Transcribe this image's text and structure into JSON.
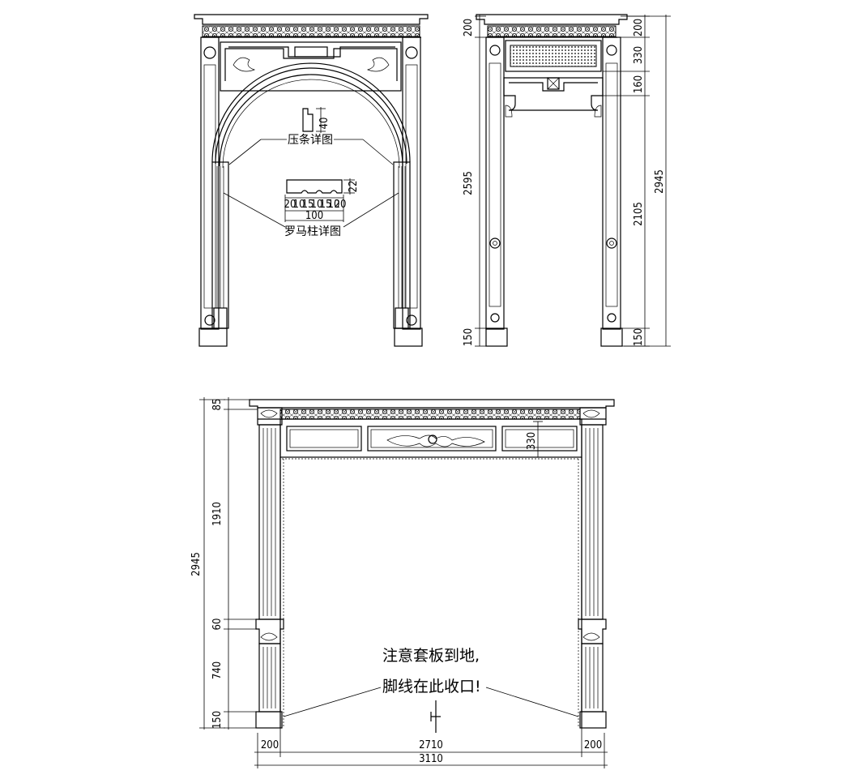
{
  "views": {
    "arch_front": {
      "callouts": {
        "trim_detail_label": "压条详图",
        "column_detail_label": "罗马柱详图"
      },
      "dims": {
        "trim_height": "40",
        "column_depth": "22",
        "column_parts": [
          "20",
          "10",
          "15",
          "10",
          "15",
          "10",
          "20"
        ],
        "column_width": "100"
      }
    },
    "side_elevation": {
      "left_dims": [
        "200",
        "2595",
        "150"
      ],
      "right_dims": [
        "200",
        "330",
        "160",
        "2105",
        "150"
      ],
      "total_height": "2945"
    },
    "main_elevation": {
      "left_dims": [
        "85",
        "1910",
        "60",
        "740",
        "150"
      ],
      "total_height": "2945",
      "inner_dim": "330",
      "bottom_dims": [
        "200",
        "2710",
        "200"
      ],
      "total_width": "3110",
      "note_line1": "注意套板到地,",
      "note_line2": "脚线在此收口!"
    }
  }
}
